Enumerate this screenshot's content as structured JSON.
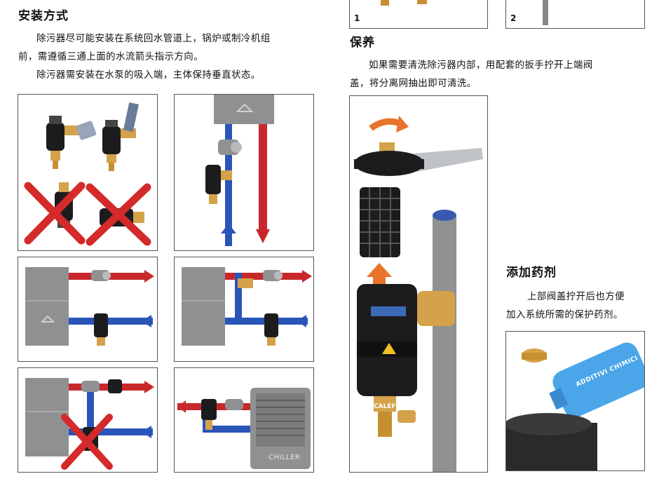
{
  "install": {
    "heading": "安装方式",
    "para1_line1": "除污器尽可能安装在系统回水管道上，锅炉或制冷机组",
    "para1_line2": "前，需遵循三通上面的水流箭头指示方向。",
    "para2": "除污器需安装在水泵的吸入端，主体保持垂直状态。"
  },
  "maintenance": {
    "heading": "保养",
    "line1": "如果需要清洗除污器内部，用配套的扳手拧开上端阀",
    "line2": "盖，将分离网抽出即可清洗。",
    "panel1_number": "1",
    "panel2_number": "2",
    "brand_label": "CALEFFI"
  },
  "additive": {
    "heading": "添加药剂",
    "line1": "上部阀盖拧开后也方便",
    "line2": "加入系统所需的保护药剂。",
    "bottle_label": "ADDITIVI CHIMICI"
  },
  "diagram": {
    "chiller_label": "CHILLER"
  },
  "colors": {
    "hot_pipe": "#c8282a",
    "cold_pipe": "#2a55b8",
    "brass": "#d4a24a",
    "body_black": "#1c1c1e",
    "orange_arrow": "#e8732a",
    "boiler_gray": "#8e9092"
  }
}
